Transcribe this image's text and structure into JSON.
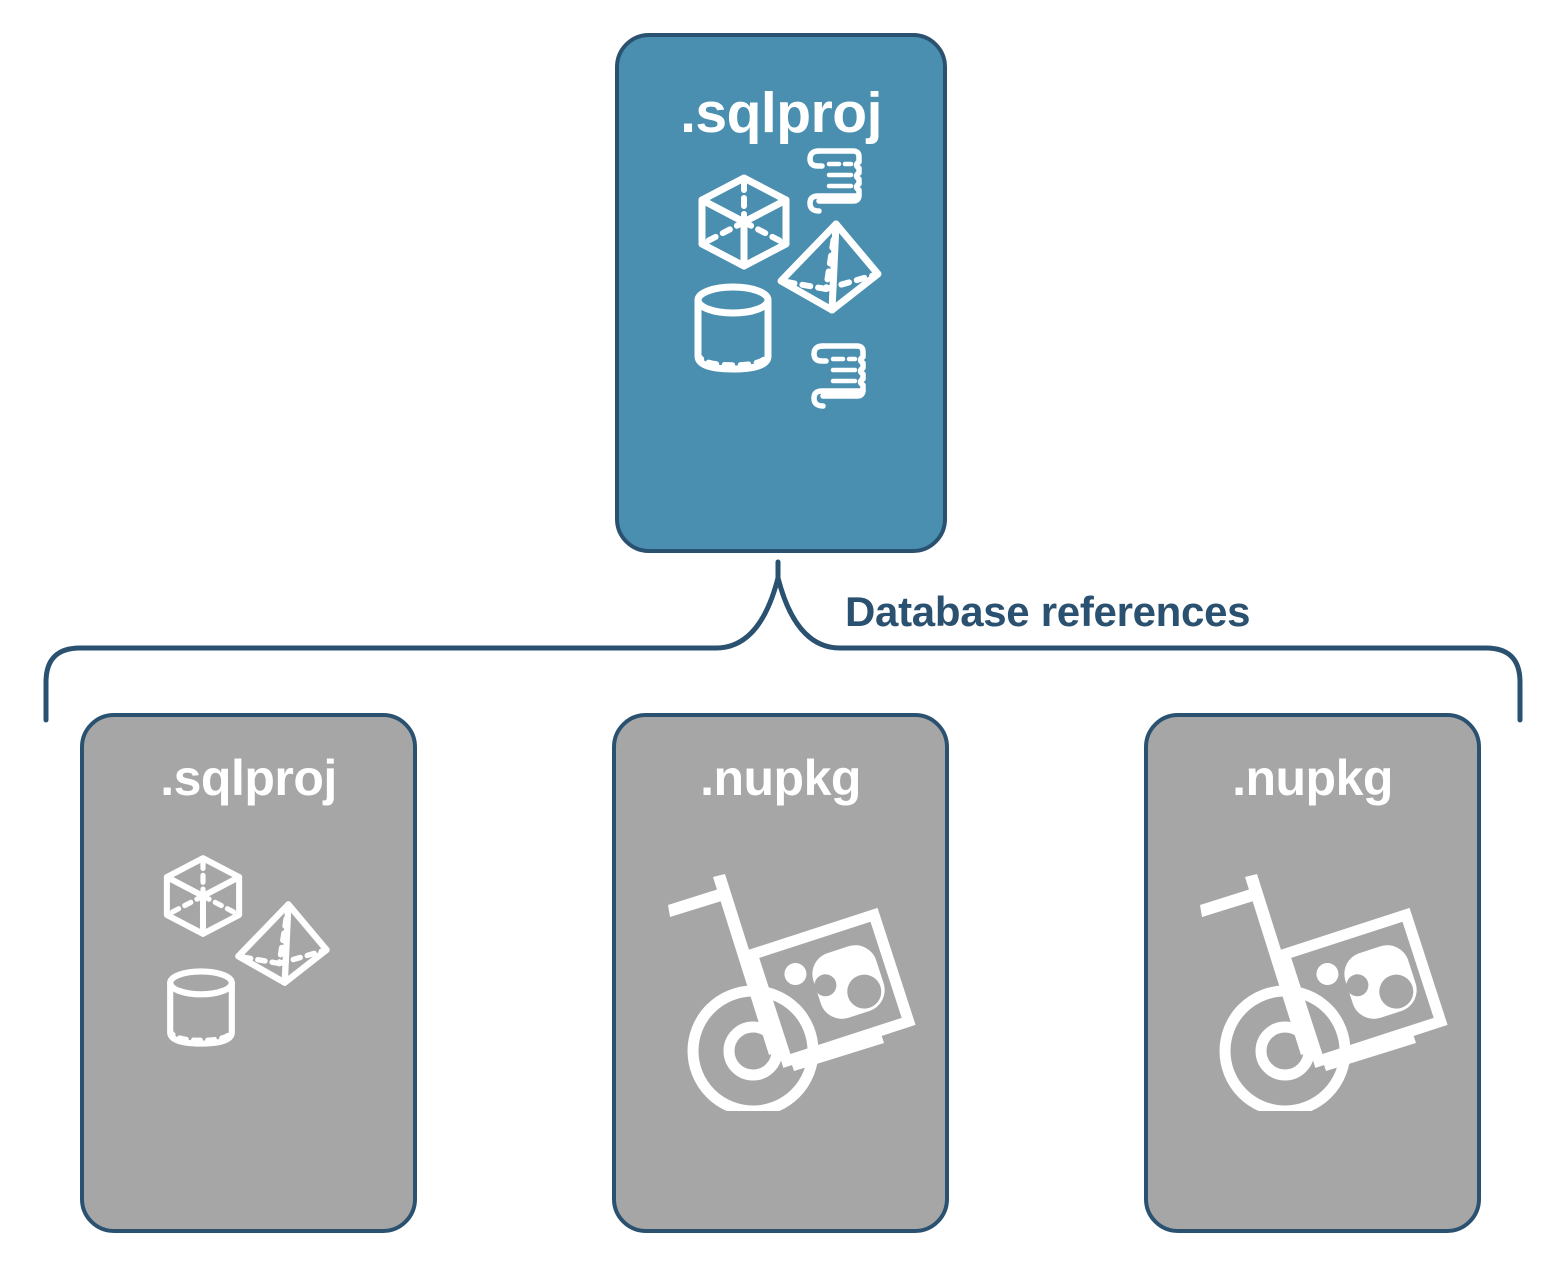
{
  "diagram": {
    "title": "Database references",
    "colors": {
      "primary_card": "#4a8fb0",
      "secondary_card": "#a6a6a6",
      "outline": "#2b5170",
      "icon": "#ffffff",
      "background": "#ffffff"
    },
    "connector": {
      "label": "Database references",
      "style": "curly-bracket",
      "direction": "top-to-bottom"
    },
    "nodes": {
      "root": {
        "label": ".sqlproj",
        "fill": "#4a8fb0",
        "icons": [
          "cube-icon",
          "scroll-icon",
          "pyramid-icon",
          "cylinder-icon",
          "scroll-icon"
        ]
      },
      "children": [
        {
          "label": ".sqlproj",
          "fill": "#a6a6a6",
          "icons": [
            "cube-icon",
            "pyramid-icon",
            "cylinder-icon"
          ]
        },
        {
          "label": ".nupkg",
          "fill": "#a6a6a6",
          "icons": [
            "package-dolly-icon"
          ]
        },
        {
          "label": ".nupkg",
          "fill": "#a6a6a6",
          "icons": [
            "package-dolly-icon"
          ]
        }
      ]
    }
  }
}
